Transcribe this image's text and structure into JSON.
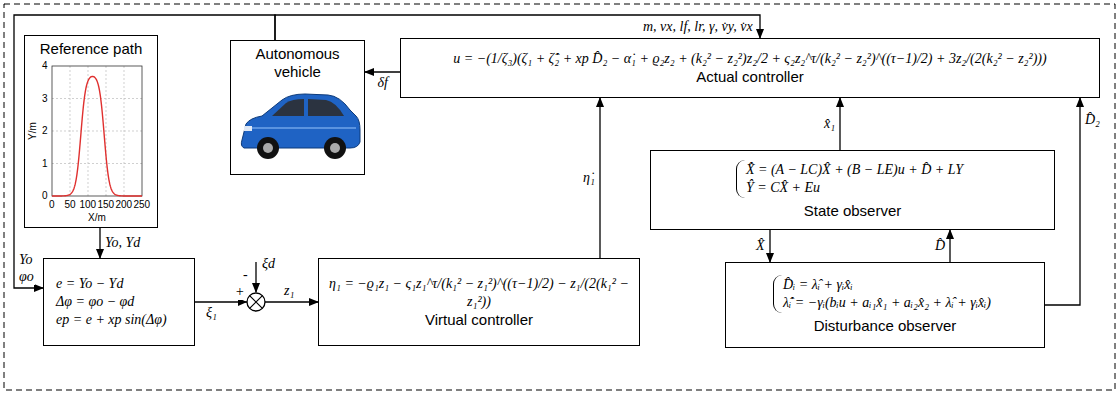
{
  "diagram": {
    "nodes": [
      {
        "text": [
          "Reference path"
        ]
      },
      {
        "text": [
          "Autonomous vehicle"
        ]
      },
      {
        "text": [
          "u = −(1/ζ₃)(ζ₁ + ζ̂̇₂ + xp D̂₂ − α̇₁ + ϱ₂z₂ + (k₂² − z₂²)z₂/2 + ς₂z₂^τ/(k₂² − z₂²)^((τ−1)/2) + 3z₂/(2(k₂² − z₂²)))",
          "Actual controller"
        ]
      },
      {
        "text": [
          "X̂̇ = (A − LC)X̂ + (B − LE)u + D̂ + LY",
          "Ŷ = CX̂ + Eu",
          "State observer"
        ]
      },
      {
        "text": [
          "e = Yo − Yd",
          "Δφ = φo − φd",
          "ep = e + xp sin(Δφ)"
        ]
      },
      {
        "text": [
          "η₁ = −ϱ₁z₁ − ς₁z₁^τ/(k₁² − z₁²)^((τ−1)/2) − z₁/(2(k₁² − z₁²))",
          "Virtual controller"
        ]
      },
      {
        "text": [
          "D̂ᵢ = λ̂ᵢ + γᵢx̂ᵢ",
          "λ̂̇ᵢ = −γᵢ(bᵢu + aᵢ₁x̂₁ + aᵢ₂x̂₂ + λ̂ᵢ + γᵢx̂ᵢ)",
          "Disturbance observer"
        ]
      }
    ],
    "edges": [
      {
        "from": 1,
        "to": 2,
        "label": "m, vx, lf, lr, γ, v̇y, v̇x",
        "arrow": "to"
      },
      {
        "from": 1,
        "to": 4,
        "arrow": "to"
      },
      {
        "from": 2,
        "to": 1,
        "label": "δf",
        "arrow": "to"
      },
      {
        "from": 0,
        "to": 4,
        "label": "Yo, Yd",
        "arrow": "to"
      },
      {
        "from": 4,
        "to": 5,
        "arrow": "to"
      },
      {
        "from": 5,
        "to": 2,
        "label": "η̇₁",
        "arrow": "to"
      },
      {
        "from": 3,
        "to": 2,
        "label": "x̂₁",
        "arrow": "to"
      },
      {
        "from": 6,
        "to": 2,
        "label": "D̂₂",
        "arrow": "to"
      },
      {
        "from": 3,
        "to": 6,
        "label": "X̂",
        "arrow": "to"
      },
      {
        "from": 6,
        "to": 3,
        "label": "D̂",
        "arrow": "to"
      }
    ],
    "labels": [
      "Y/m",
      "X/m",
      "0",
      "1",
      "2",
      "3",
      "4",
      "0",
      "50",
      "100",
      "150",
      "200",
      "250",
      "Yo",
      "φo",
      "ξ₁",
      "+",
      "-",
      "ξd",
      "z₁"
    ]
  }
}
